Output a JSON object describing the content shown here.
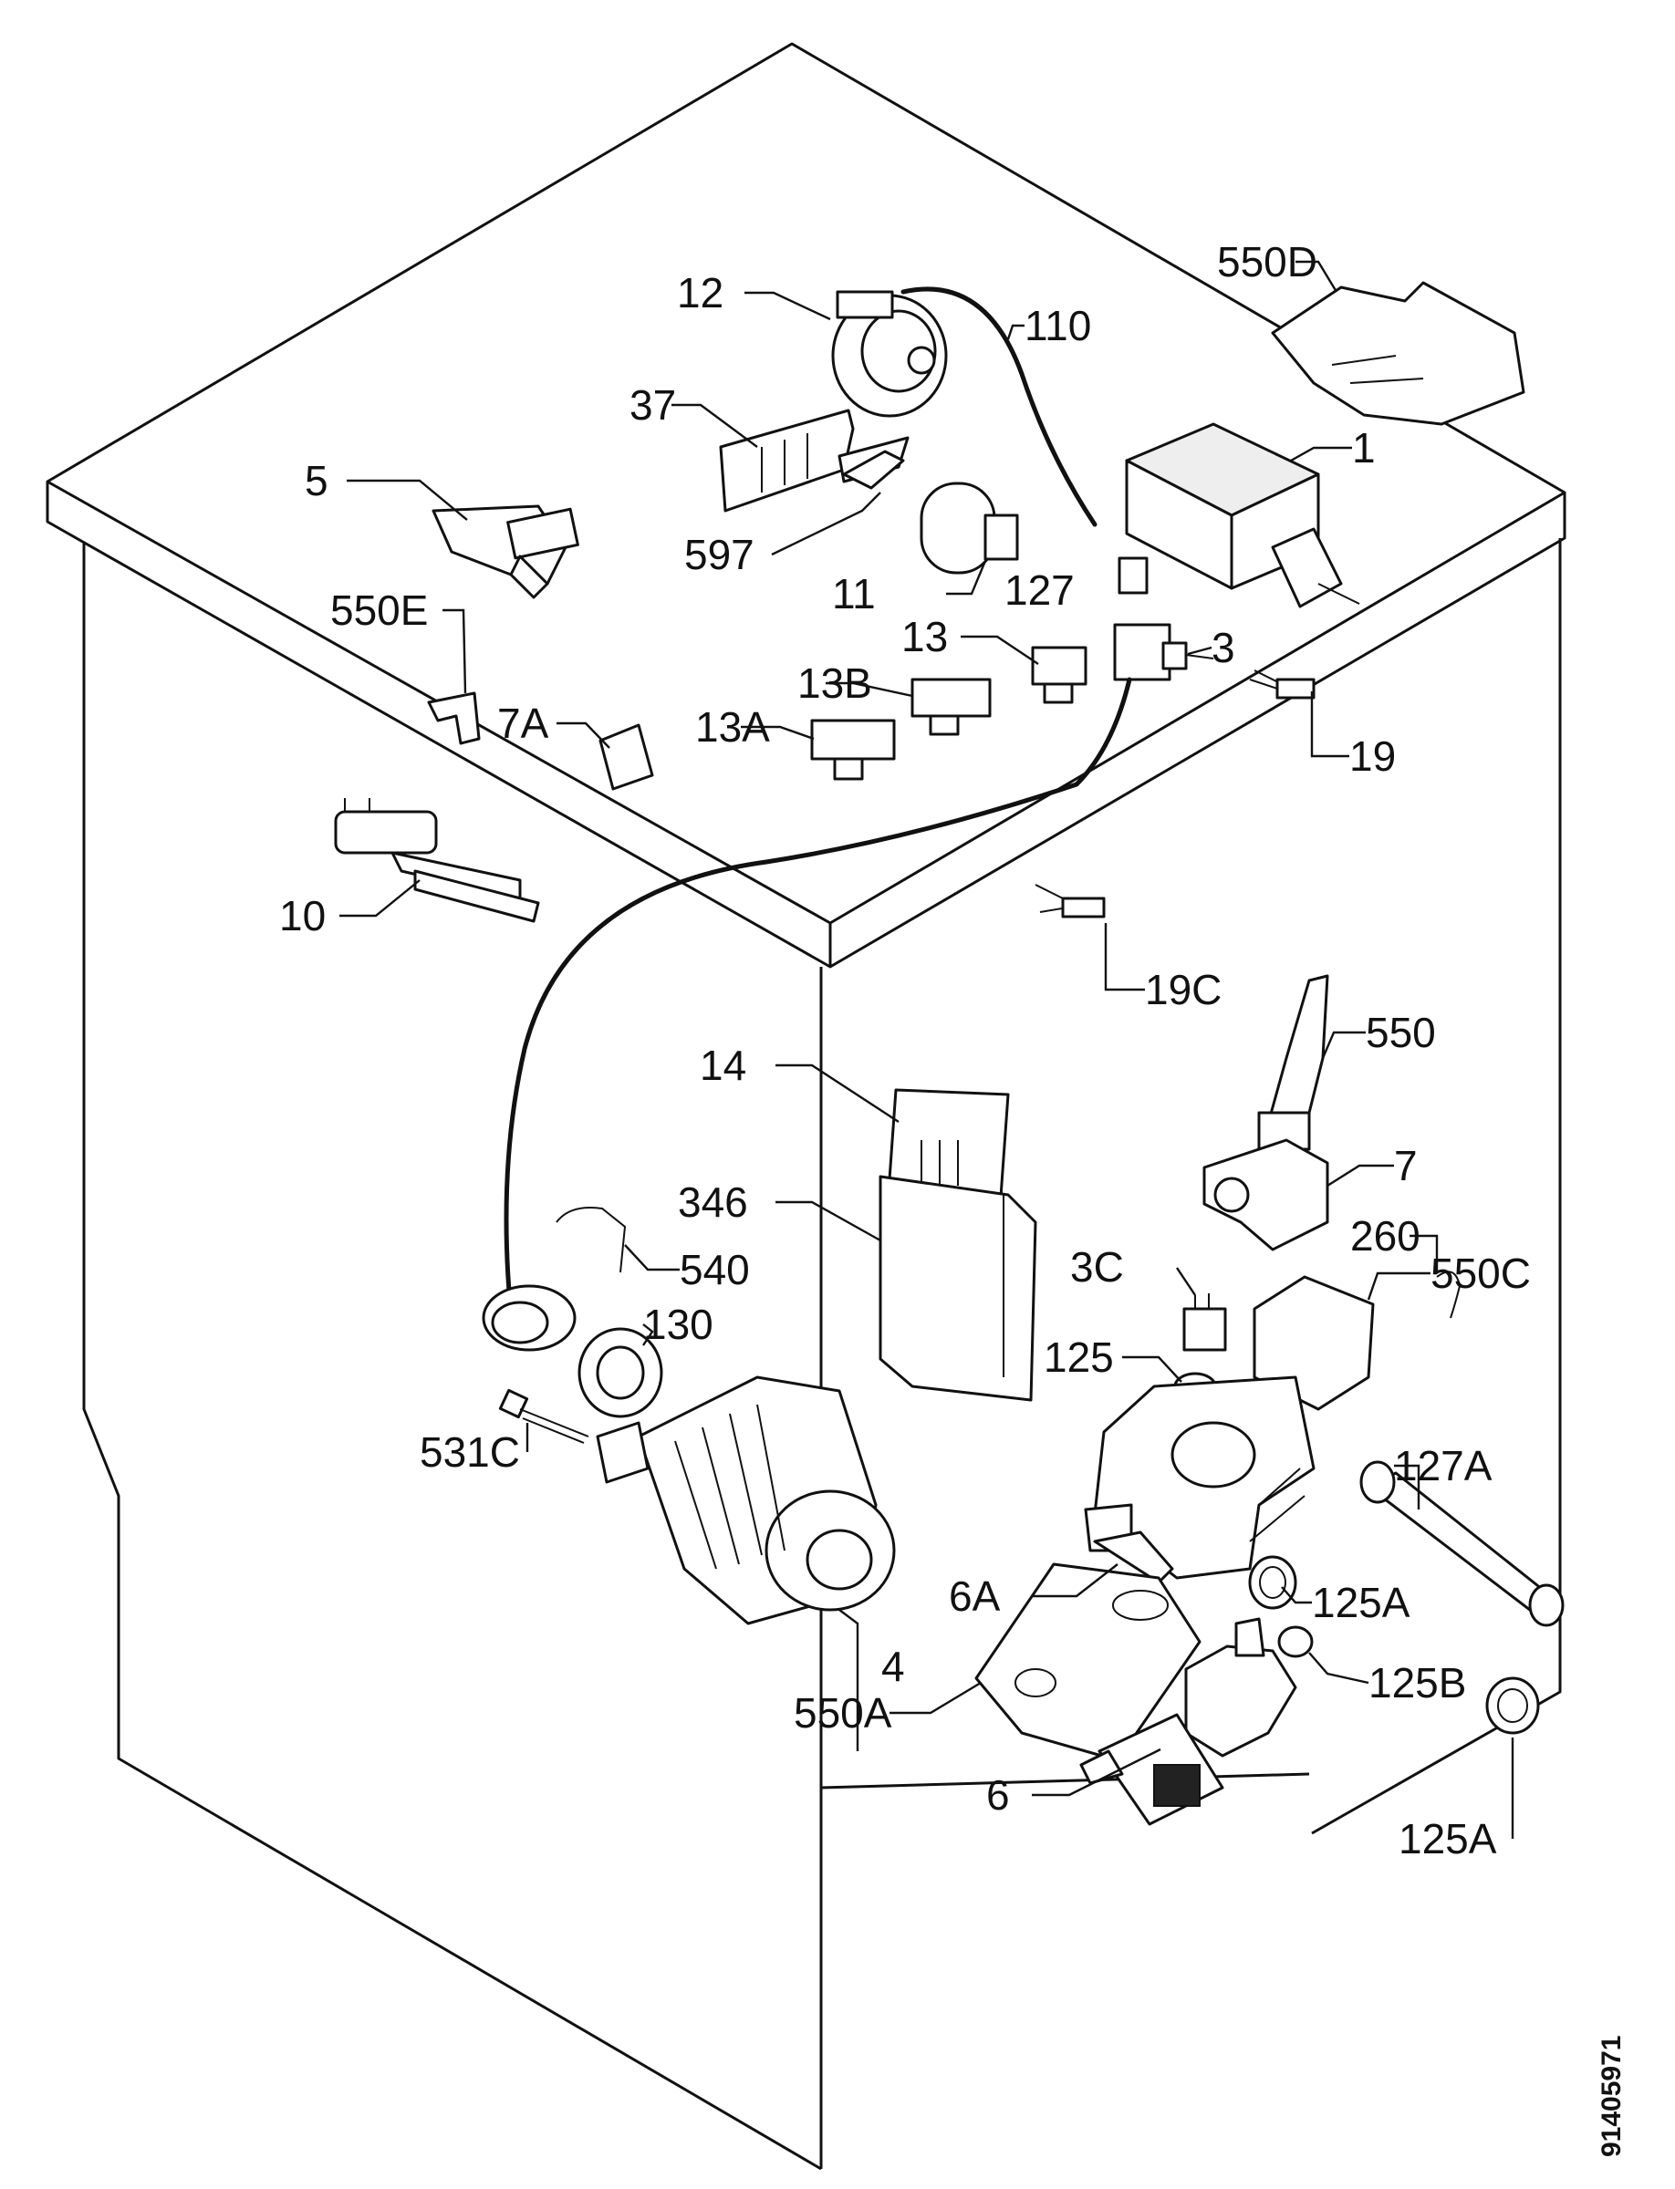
{
  "drawing_code": "91405971",
  "labels": {
    "p1": "1",
    "p3": "3",
    "p3c": "3C",
    "p4": "4",
    "p5": "5",
    "p6": "6",
    "p6a": "6A",
    "p7": "7",
    "p7a": "7A",
    "p10": "10",
    "p11": "11",
    "p12": "12",
    "p13": "13",
    "p13a": "13A",
    "p13b": "13B",
    "p14": "14",
    "p19": "19",
    "p19c": "19C",
    "p37": "37",
    "p110": "110",
    "p125": "125",
    "p125a_upper": "125A",
    "p125a_lower": "125A",
    "p125b": "125B",
    "p127": "127",
    "p127a": "127A",
    "p130": "130",
    "p260": "260",
    "p346": "346",
    "p531c": "531C",
    "p540": "540",
    "p550": "550",
    "p550a": "550A",
    "p550c": "550C",
    "p550d": "550D",
    "p550e": "550E",
    "p597": "597"
  }
}
